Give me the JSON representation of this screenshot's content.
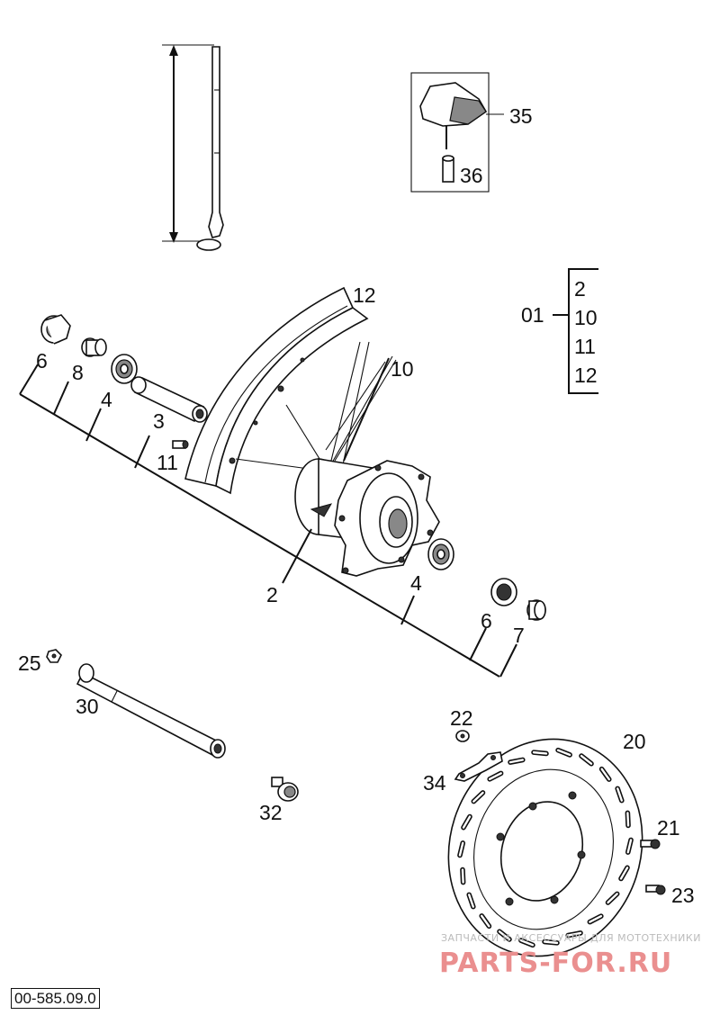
{
  "diagram": {
    "doc_number": "00-585.09.0",
    "watermark": {
      "line1": "ЗАПЧАСТИ И АКСЕССУАРЫ ДЛЯ МОТОТЕХНИКИ",
      "line2": "PARTS-FOR.RU"
    },
    "callouts": {
      "c2": "2",
      "c3": "3",
      "c4a": "4",
      "c4b": "4",
      "c6a": "6",
      "c6b": "6",
      "c7": "7",
      "c8": "8",
      "c10": "10",
      "c11": "11",
      "c12": "12",
      "c20": "20",
      "c21": "21",
      "c22": "22",
      "c23": "23",
      "c25": "25",
      "c30": "30",
      "c32": "32",
      "c34": "34",
      "c35": "35",
      "c36": "36"
    },
    "assembly": {
      "group": "01",
      "items": [
        "2",
        "10",
        "11",
        "12"
      ]
    }
  }
}
